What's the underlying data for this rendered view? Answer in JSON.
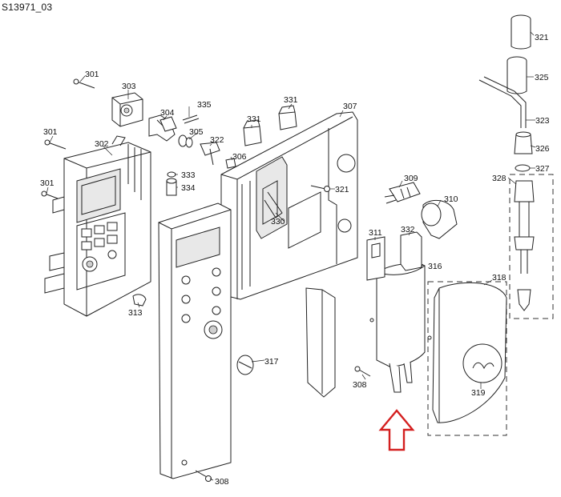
{
  "document_id": "S13971_03",
  "arrow_color": "#d42020",
  "parts": [
    {
      "id": "p301a",
      "label": "301"
    },
    {
      "id": "p301b",
      "label": "301"
    },
    {
      "id": "p301c",
      "label": "301"
    },
    {
      "id": "p302",
      "label": "302"
    },
    {
      "id": "p303",
      "label": "303"
    },
    {
      "id": "p304",
      "label": "304"
    },
    {
      "id": "p305",
      "label": "305"
    },
    {
      "id": "p306",
      "label": "306"
    },
    {
      "id": "p307",
      "label": "307"
    },
    {
      "id": "p308a",
      "label": "308"
    },
    {
      "id": "p308b",
      "label": "308"
    },
    {
      "id": "p309",
      "label": "309"
    },
    {
      "id": "p310",
      "label": "310"
    },
    {
      "id": "p311",
      "label": "311"
    },
    {
      "id": "p313",
      "label": "313"
    },
    {
      "id": "p316",
      "label": "316"
    },
    {
      "id": "p317",
      "label": "317"
    },
    {
      "id": "p318",
      "label": "318"
    },
    {
      "id": "p319",
      "label": "319"
    },
    {
      "id": "p321a",
      "label": "321"
    },
    {
      "id": "p321b",
      "label": "321"
    },
    {
      "id": "p322",
      "label": "322"
    },
    {
      "id": "p323",
      "label": "323"
    },
    {
      "id": "p325",
      "label": "325"
    },
    {
      "id": "p326",
      "label": "326"
    },
    {
      "id": "p327",
      "label": "327"
    },
    {
      "id": "p328",
      "label": "328"
    },
    {
      "id": "p330",
      "label": "330"
    },
    {
      "id": "p331a",
      "label": "331"
    },
    {
      "id": "p331b",
      "label": "331"
    },
    {
      "id": "p332",
      "label": "332"
    },
    {
      "id": "p333",
      "label": "333"
    },
    {
      "id": "p334",
      "label": "334"
    },
    {
      "id": "p335",
      "label": "335"
    }
  ]
}
